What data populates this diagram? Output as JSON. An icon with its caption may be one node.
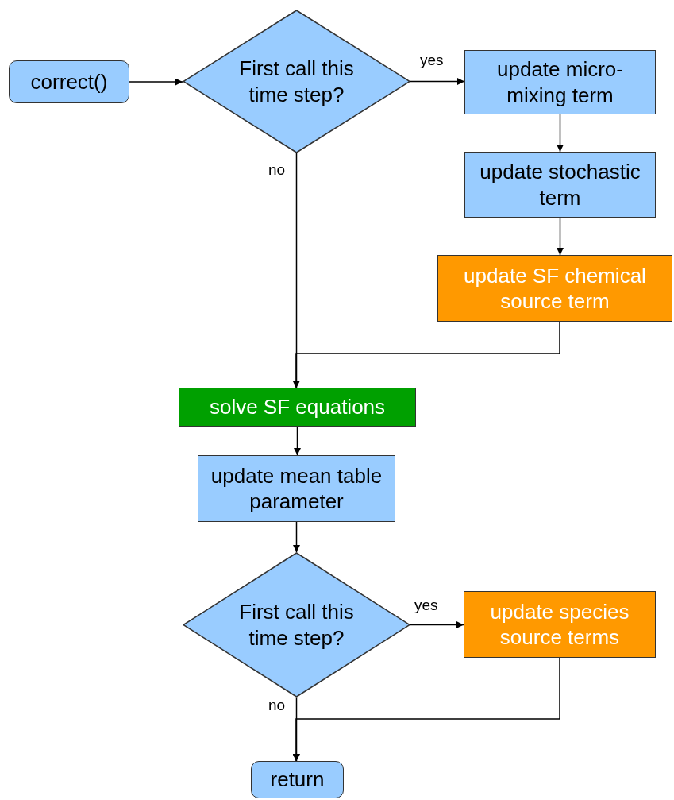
{
  "diagram": {
    "nodes": [
      {
        "text": [
          "correct()"
        ]
      },
      {
        "text": [
          "First call this time step?"
        ]
      },
      {
        "text": [
          "update micro-mixing term"
        ]
      },
      {
        "text": [
          "update stochastic term"
        ]
      },
      {
        "text": [
          "update SF chemical source term"
        ]
      },
      {
        "text": [
          "solve SF equations"
        ]
      },
      {
        "text": [
          "update mean table parameter"
        ]
      },
      {
        "text": [
          "First call this time step?"
        ]
      },
      {
        "text": [
          "update species source terms"
        ]
      },
      {
        "text": [
          "return"
        ]
      }
    ],
    "edges": [
      {
        "from": 0,
        "to": 1,
        "arrow": "to"
      },
      {
        "from": 1,
        "to": 2,
        "arrow": "to",
        "label": "yes"
      },
      {
        "from": 2,
        "to": 3,
        "arrow": "to"
      },
      {
        "from": 3,
        "to": 4,
        "arrow": "to"
      },
      {
        "from": 1,
        "to": 5,
        "arrow": "to",
        "label": "no"
      },
      {
        "from": 4,
        "to": 5,
        "arrow": "to"
      },
      {
        "from": 5,
        "to": 6,
        "arrow": "to"
      },
      {
        "from": 6,
        "to": 7,
        "arrow": "to"
      },
      {
        "from": 7,
        "to": 8,
        "arrow": "to",
        "label": "yes"
      },
      {
        "from": 7,
        "to": 9,
        "arrow": "to",
        "label": "no"
      },
      {
        "from": 8,
        "to": 9,
        "arrow": "to"
      }
    ]
  }
}
